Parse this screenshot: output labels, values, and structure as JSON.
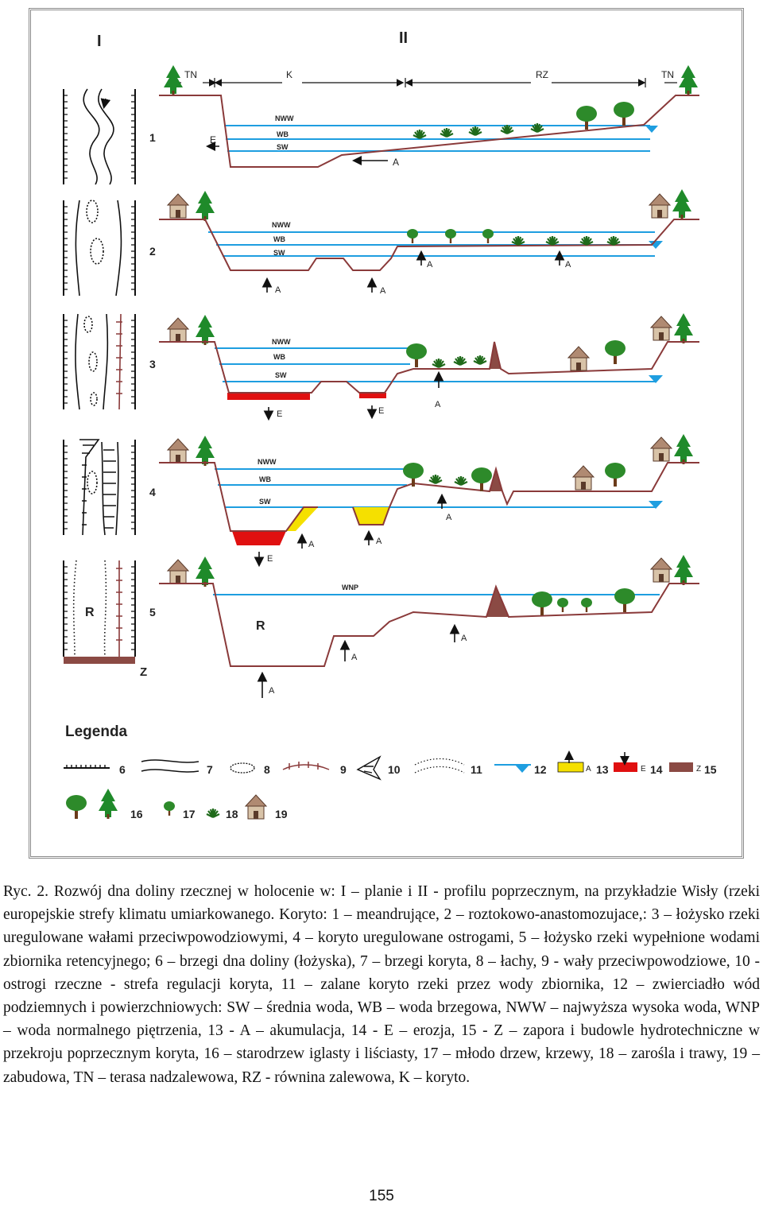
{
  "diagram": {
    "plan_header": "I",
    "profile_header": "II",
    "zones": {
      "terrace": "TN",
      "channel": "K",
      "floodplain": "RZ"
    },
    "row_numbers": [
      "1",
      "2",
      "3",
      "4",
      "5"
    ],
    "water_levels": {
      "nww": "NWW",
      "wb": "WB",
      "sw": "SW",
      "wnp": "WNP"
    },
    "arrow_labels": {
      "accumulation": "A",
      "erosion": "E"
    },
    "reservoir_label": "R",
    "dam_label": "Z",
    "legend": {
      "title": "Legenda",
      "items": [
        {
          "num": "6",
          "icon": "valley-edge-icon"
        },
        {
          "num": "7",
          "icon": "channel-banks-icon"
        },
        {
          "num": "8",
          "icon": "sandbar-icon"
        },
        {
          "num": "9",
          "icon": "levee-icon"
        },
        {
          "num": "10",
          "icon": "groyne-icon"
        },
        {
          "num": "11",
          "icon": "flooded-channel-icon"
        },
        {
          "num": "12",
          "icon": "water-table-icon"
        },
        {
          "num": "13",
          "letter": "A",
          "icon": "accumulation-icon"
        },
        {
          "num": "14",
          "letter": "E",
          "icon": "erosion-icon"
        },
        {
          "num": "15",
          "letter": "Z",
          "icon": "dam-icon"
        },
        {
          "num": "16",
          "icon": "old-trees-icon"
        },
        {
          "num": "17",
          "icon": "young-trees-icon"
        },
        {
          "num": "18",
          "icon": "shrubs-icon"
        },
        {
          "num": "19",
          "icon": "house-icon"
        }
      ]
    },
    "colors": {
      "water": "#1e9ee0",
      "profile": "#8a3a3a",
      "erosion": "#e01010",
      "accumulation": "#f5e000",
      "dam": "#8b4a44",
      "tree": "#1f8a2a"
    }
  },
  "caption": "Ryc. 2. Rozwój dna doliny rzecznej w holocenie w: I – planie i II - profilu poprzecznym, na przykładzie Wisły (rzeki europejskie strefy klimatu umiarkowanego. Koryto: 1 – meandrujące, 2 – roztokowo-anastomozujace,: 3 – łożysko rzeki uregulowane wałami przeciwpowodziowymi, 4 – koryto uregulowane ostrogami, 5 – łożysko rzeki wypełnione wodami zbiornika retencyjnego; 6 – brzegi dna doliny (łożyska), 7 – brzegi koryta, 8 – łachy, 9 - wały przeciwpowodziowe, 10 - ostrogi rzeczne - strefa regulacji koryta, 11 – zalane koryto rzeki przez wody zbiornika, 12 – zwierciadło wód podziemnych i powierzchniowych: SW – średnia woda, WB – woda brzegowa, NWW – najwyższa wysoka woda, WNP – woda normalnego piętrzenia, 13 - A – akumulacja, 14 - E – erozja, 15 - Z – zapora i budowle hydrotechniczne w przekroju poprzecznym koryta, 16 – starodrzew iglasty i liściasty, 17 – młodo drzew, krzewy, 18 – zarośla i trawy, 19 – zabudowa, TN – terasa nadzalewowa, RZ - równina zalewowa, K – koryto.",
  "page_number": "155"
}
